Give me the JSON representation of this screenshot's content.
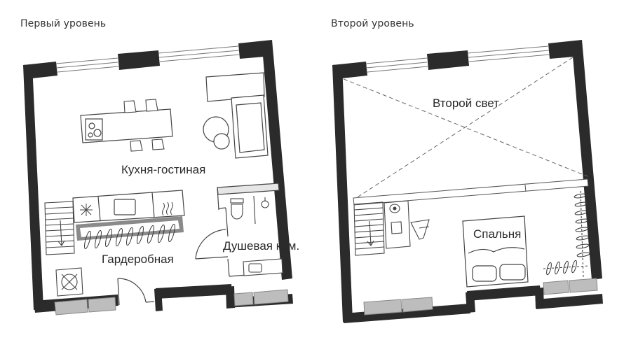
{
  "levels": [
    {
      "title": "Первый уровень",
      "rooms": {
        "kitchen_living": "Кухня-гостиная",
        "wardrobe": "Гардеробная",
        "shower": "Душевая ком."
      }
    },
    {
      "title": "Второй уровень",
      "rooms": {
        "second_light": "Второй свет",
        "bedroom": "Спальня"
      }
    }
  ],
  "colors": {
    "wall": "#2b2b2b",
    "line": "#555555",
    "furniture_fill": "#ffffff",
    "counter_fill": "#e6e6e6",
    "window_gray": "#bdbdbd"
  }
}
